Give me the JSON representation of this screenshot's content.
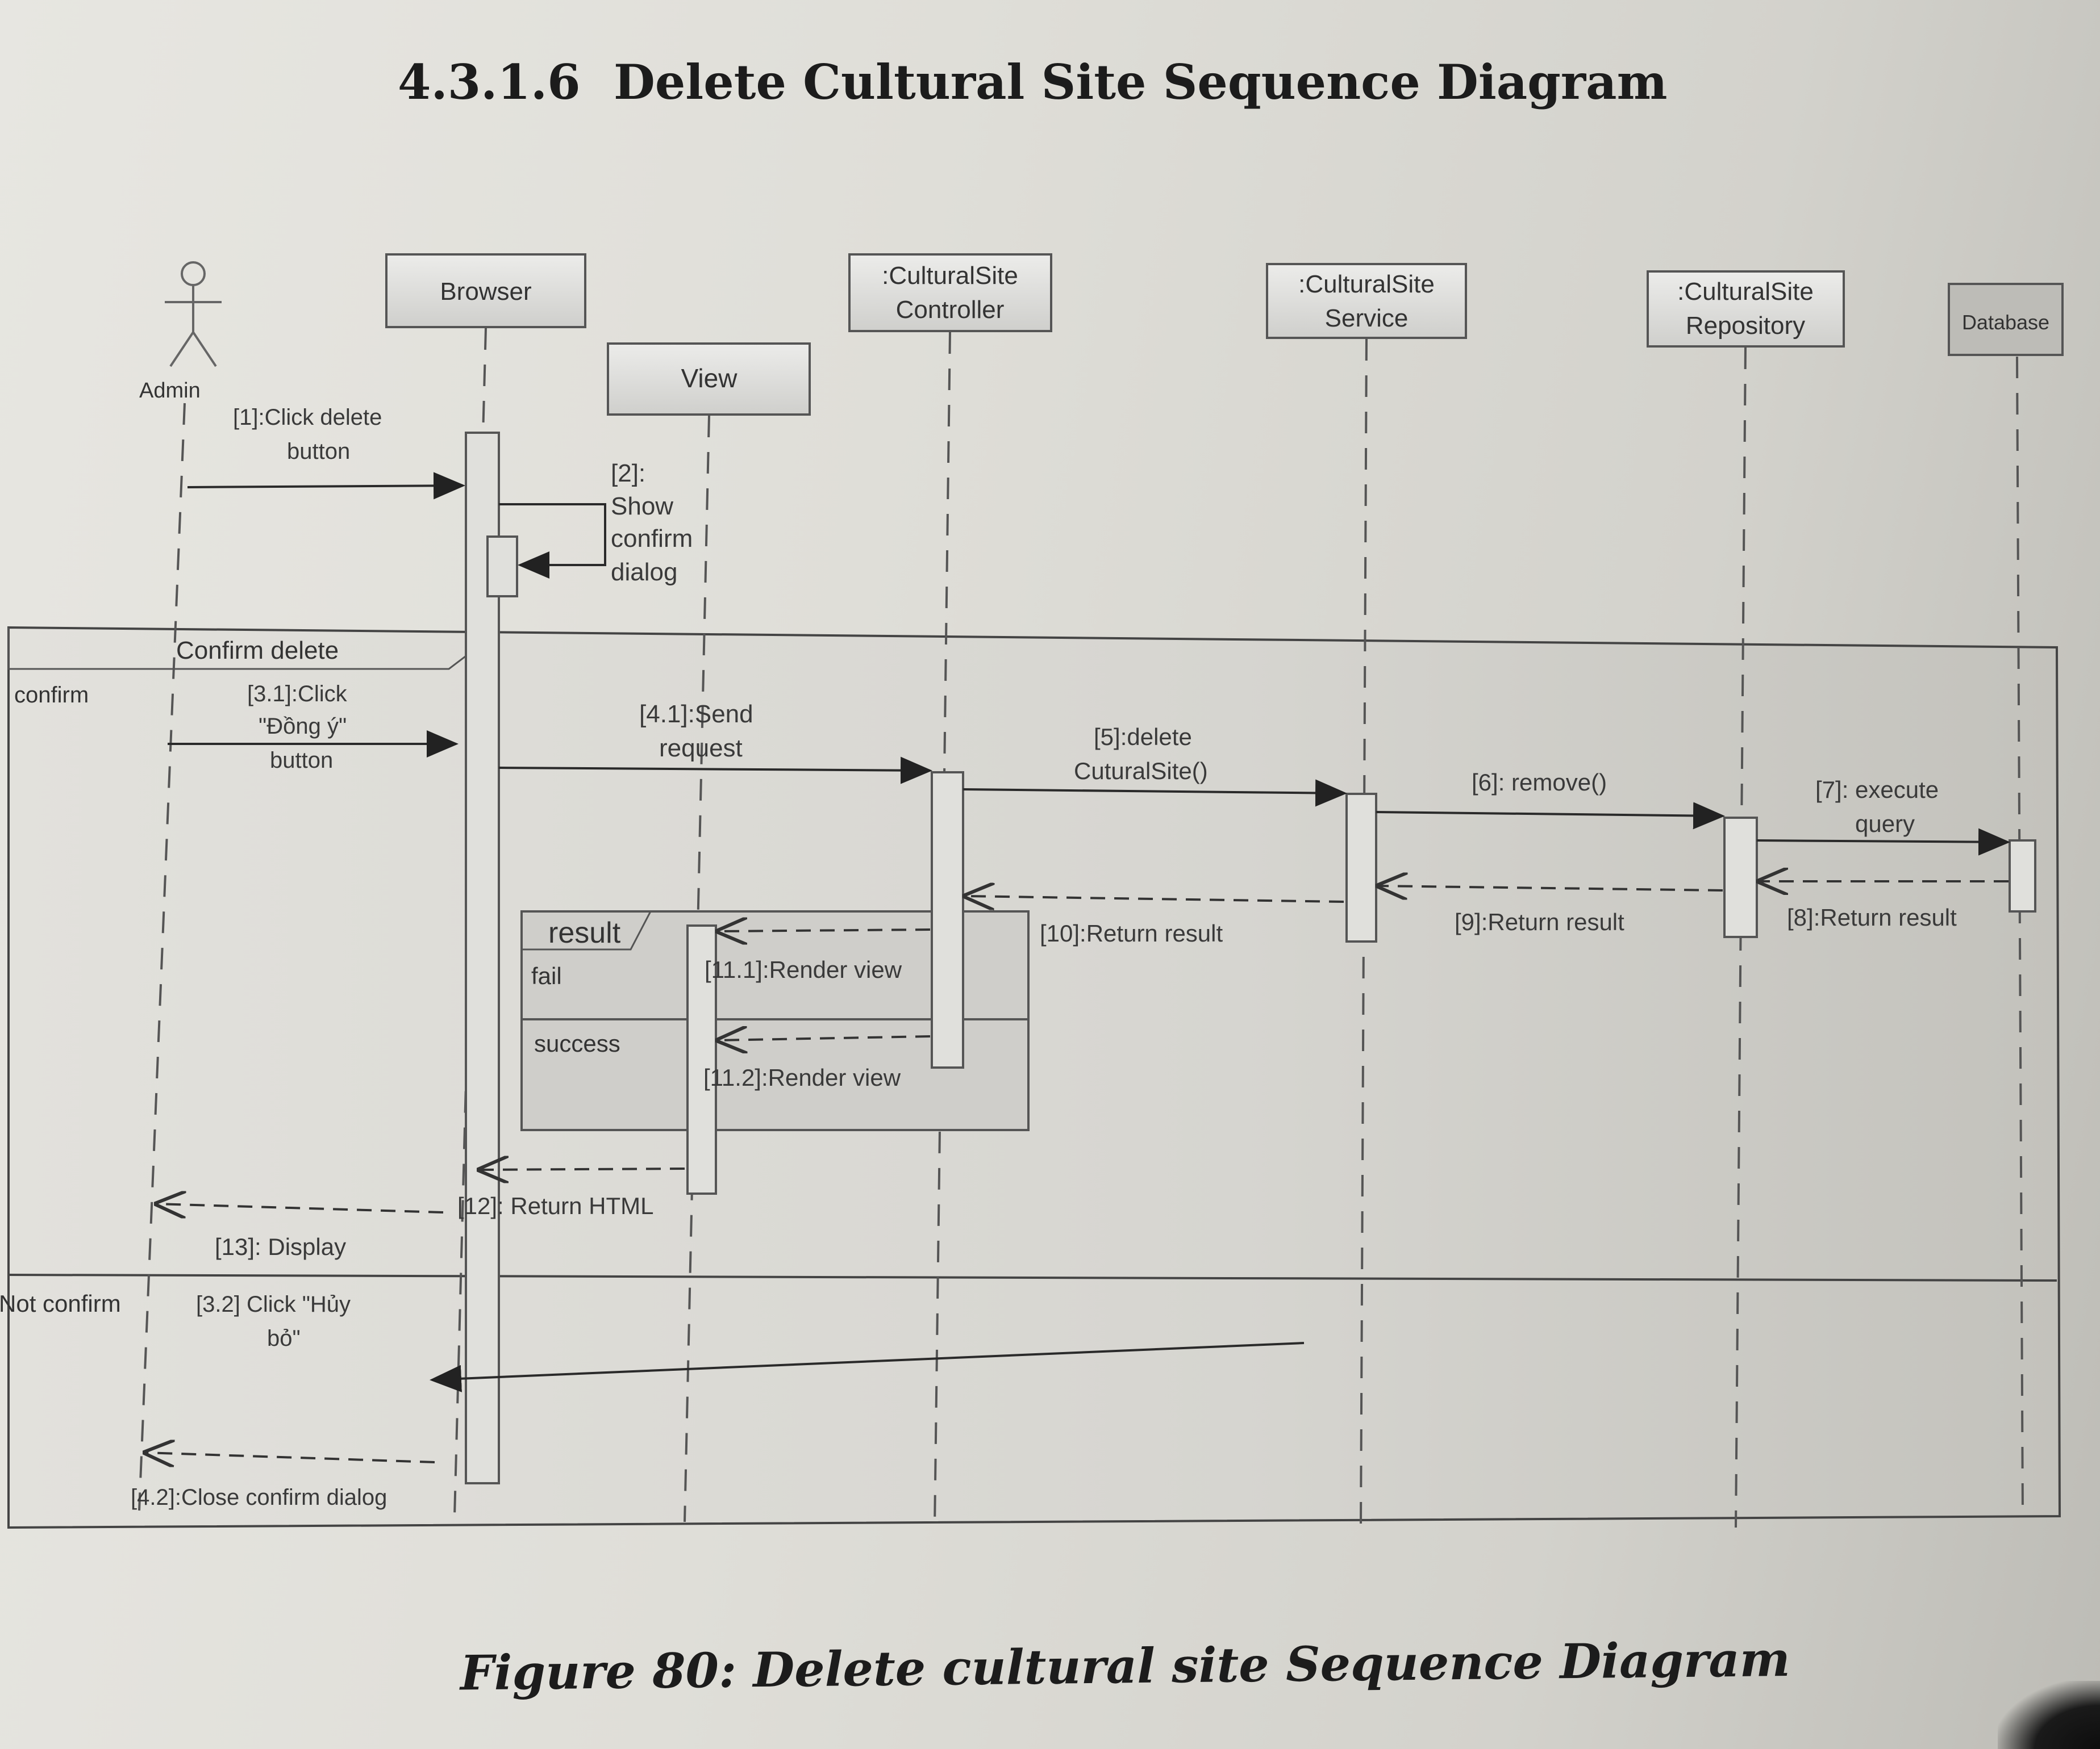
{
  "section_heading": {
    "number": "4.3.1.6",
    "title": "Delete Cultural Site Sequence Diagram"
  },
  "caption": "Figure 80: Delete cultural site Sequence Diagram",
  "diagram": {
    "actor": "Admin",
    "lifelines": {
      "browser": "Browser",
      "view": "View",
      "controller": [
        ":CulturalSite",
        "Controller"
      ],
      "service": [
        ":CulturalSite",
        "Service"
      ],
      "repository": [
        ":CulturalSite",
        "Repository"
      ],
      "database": "Database"
    },
    "fragments": {
      "confirm_frame": {
        "label": "Confirm delete",
        "guard_confirm": "confirm",
        "guard_not_confirm": "Not confirm"
      },
      "result_frame": {
        "label": "result",
        "guard_fail": "fail",
        "guard_success": "success"
      }
    },
    "messages": {
      "m1": [
        "[1]:Click delete",
        "button"
      ],
      "m2": [
        "[2]:",
        "Show",
        "confirm",
        "dialog"
      ],
      "m3_1": [
        "[3.1]:Click",
        "\"Đồng ý\"",
        "button"
      ],
      "m4_1": [
        "[4.1]:Send",
        "request"
      ],
      "m5": [
        "[5]:delete",
        "CuturalSite()"
      ],
      "m6": "[6]: remove()",
      "m7": [
        "[7]: execute",
        "query"
      ],
      "m8": "[8]:Return result",
      "m9": "[9]:Return result",
      "m10": "[10]:Return result",
      "m11_1": "[11.1]:Render view",
      "m11_2": "[11.2]:Render view",
      "m12": "[12]: Return HTML",
      "m13": "[13]: Display",
      "m3_2": [
        "[3.2] Click \"Hủy",
        "bỏ\""
      ],
      "m4_2": "[4.2]:Close confirm dialog"
    }
  }
}
